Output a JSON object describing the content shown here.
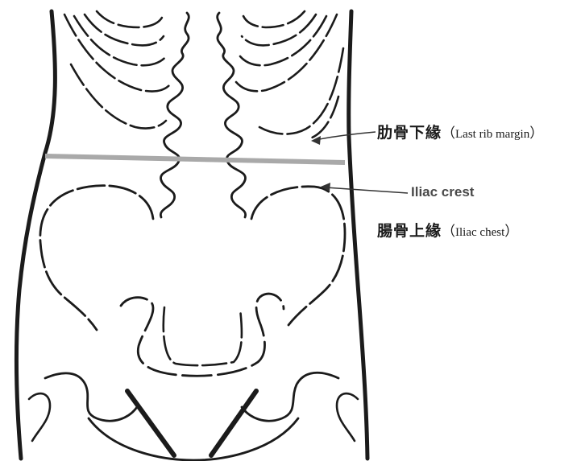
{
  "labels": {
    "last_rib": {
      "cjk": "肋骨下緣",
      "open": "（",
      "en": "Last rib margin",
      "close": "）"
    },
    "iliac_crest": "Iliac crest",
    "iliac_chest": {
      "cjk": "腸骨上緣",
      "open": "（",
      "en": "Iliac chest",
      "close": "）"
    }
  },
  "colors": {
    "ink": "#1b1b1b",
    "measure_line": "#a9a9a9",
    "callout_text": "#4a4a4a"
  }
}
